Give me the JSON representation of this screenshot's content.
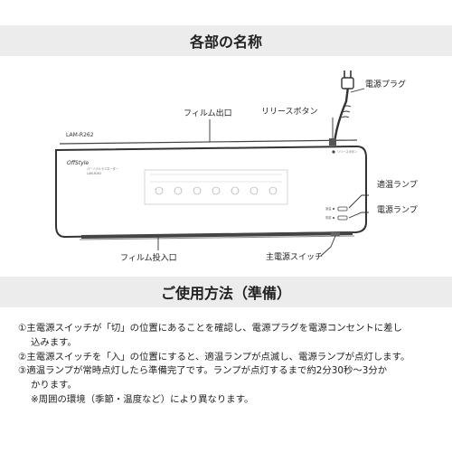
{
  "sections": {
    "parts_title": "各部の名称",
    "usage_title": "ご使用方法（準備）"
  },
  "device": {
    "model": "LAM-R262",
    "brand": "OffStyle",
    "subtitle_1": "パーソナルラミネーター",
    "subtitle_2": "LAM-R262",
    "release_button_small": "リリースボタン",
    "indicator_1": "適温",
    "indicator_2": "電源"
  },
  "callouts": {
    "film_out": "フィルム出口",
    "release_button": "リリースボタン",
    "power_plug": "電源プラグ",
    "ready_lamp": "適温ランプ",
    "power_lamp": "電源ランプ",
    "film_in": "フィルム投入口",
    "main_switch": "主電源スイッチ"
  },
  "instructions": [
    {
      "line1": "①主電源スイッチが「切」の位置にあることを確認し、電源プラグを電源コンセントに差し",
      "line2": "込みます。"
    },
    {
      "line1": "②主電源スイッチを「入」の位置にすると、適温ランプが点滅し、電源ランプが点灯します。",
      "line2": ""
    },
    {
      "line1": "③適温ランプが常時点灯したら準備完了です。ランプが点灯するまで約2分30秒〜3分か",
      "line2": "かります。"
    }
  ],
  "note": "※周囲の環境（季節・温度など）により異なります。",
  "colors": {
    "band": "#ececec",
    "outline": "#333333",
    "text": "#222222"
  }
}
